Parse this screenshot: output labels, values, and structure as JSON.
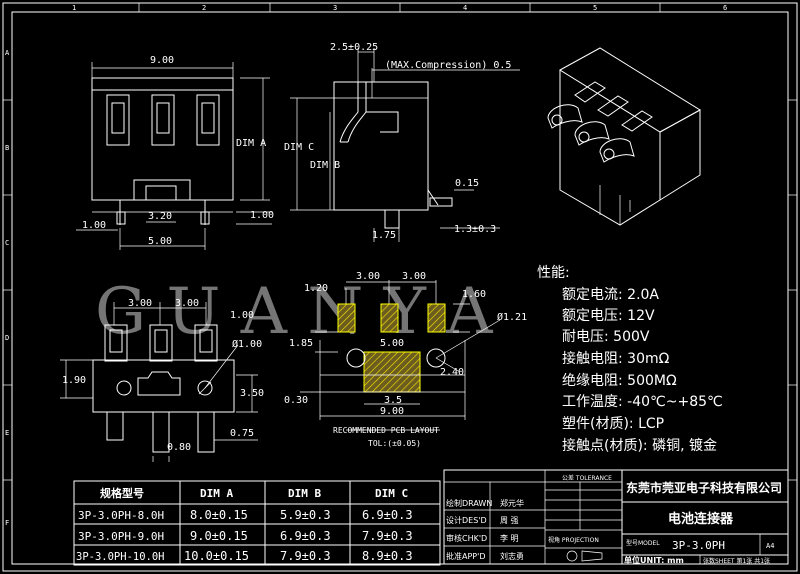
{
  "frame": {
    "top_numbers": [
      "1",
      "2",
      "3",
      "4",
      "5",
      "6"
    ],
    "side_letters": [
      "A",
      "B",
      "C",
      "D",
      "E",
      "F"
    ]
  },
  "dims": {
    "top_width": "9.00",
    "dim_a": "DIM A",
    "dim_c": "DIM C",
    "dim_b": "DIM B",
    "d320": "3.20",
    "d100_left": "1.00",
    "d100_right": "1.00",
    "d500": "5.00",
    "side_pitch": "2.5±0.25",
    "compression": "(MAX.Compression) 0.5",
    "d015": "0.15",
    "d175": "1.75",
    "d13": "1.3±0.3"
  },
  "front": {
    "d300a": "3.00",
    "d300b": "3.00",
    "d100": "1.00",
    "d190": "1.90",
    "dia100": "Ø1.00",
    "d350": "3.50",
    "d075": "0.75",
    "d080": "0.80"
  },
  "pcb": {
    "d120": "1.20",
    "d300a": "3.00",
    "d300b": "3.00",
    "d160": "1.60",
    "d185": "1.85",
    "d500": "5.00",
    "dia121": "Ø1.21",
    "d240": "2.40",
    "d030": "0.30",
    "d35": "3.5",
    "d900": "9.00",
    "title": "RECOMMENDED PCB LAYOUT",
    "tol": "TOL:(±0.05)"
  },
  "watermark": "G U A N Y A",
  "specs": {
    "heading": "性能:",
    "lines": [
      "额定电流: 2.0A",
      "额定电压: 12V",
      "耐电压: 500V",
      "接触电阻: 30mΩ",
      "绝缘电阻: 500MΩ",
      "工作温度: -40℃~+85℃",
      "塑件(材质): LCP",
      "接触点(材质): 磷铜, 镀金"
    ]
  },
  "table": {
    "headers": [
      "规格型号",
      "DIM A",
      "DIM B",
      "DIM C"
    ],
    "rows": [
      [
        "3P-3.0PH-8.0H",
        "8.0±0.15",
        "5.9±0.3",
        "6.9±0.3"
      ],
      [
        "3P-3.0PH-9.0H",
        "9.0±0.15",
        "6.9±0.3",
        "7.9±0.3"
      ],
      [
        "3P-3.0PH-10.0H",
        "10.0±0.15",
        "7.9±0.3",
        "8.9±0.3"
      ]
    ]
  },
  "titleblock": {
    "company": "东莞市莞亚电子科技有限公司",
    "product": "电池连接器",
    "part_no": "3P-3.0PH",
    "size": "A4",
    "drawn_label": "绘制DRAWN",
    "drawn_name": "郑元华",
    "design_label": "设计DES'D",
    "design_name": "周 强",
    "check_label": "审核CHK'D",
    "check_name": "李 明",
    "approve_label": "批准APP'D",
    "approve_name": "刘志勇",
    "unit_label": "单位UNIT: mm",
    "tolerance_label": "公差 TOLERANCE",
    "projection_label": "视角 PROJECTION",
    "model_label": "型号MODEL",
    "sheet_label": "张数SHEET 第1张 共1张"
  }
}
